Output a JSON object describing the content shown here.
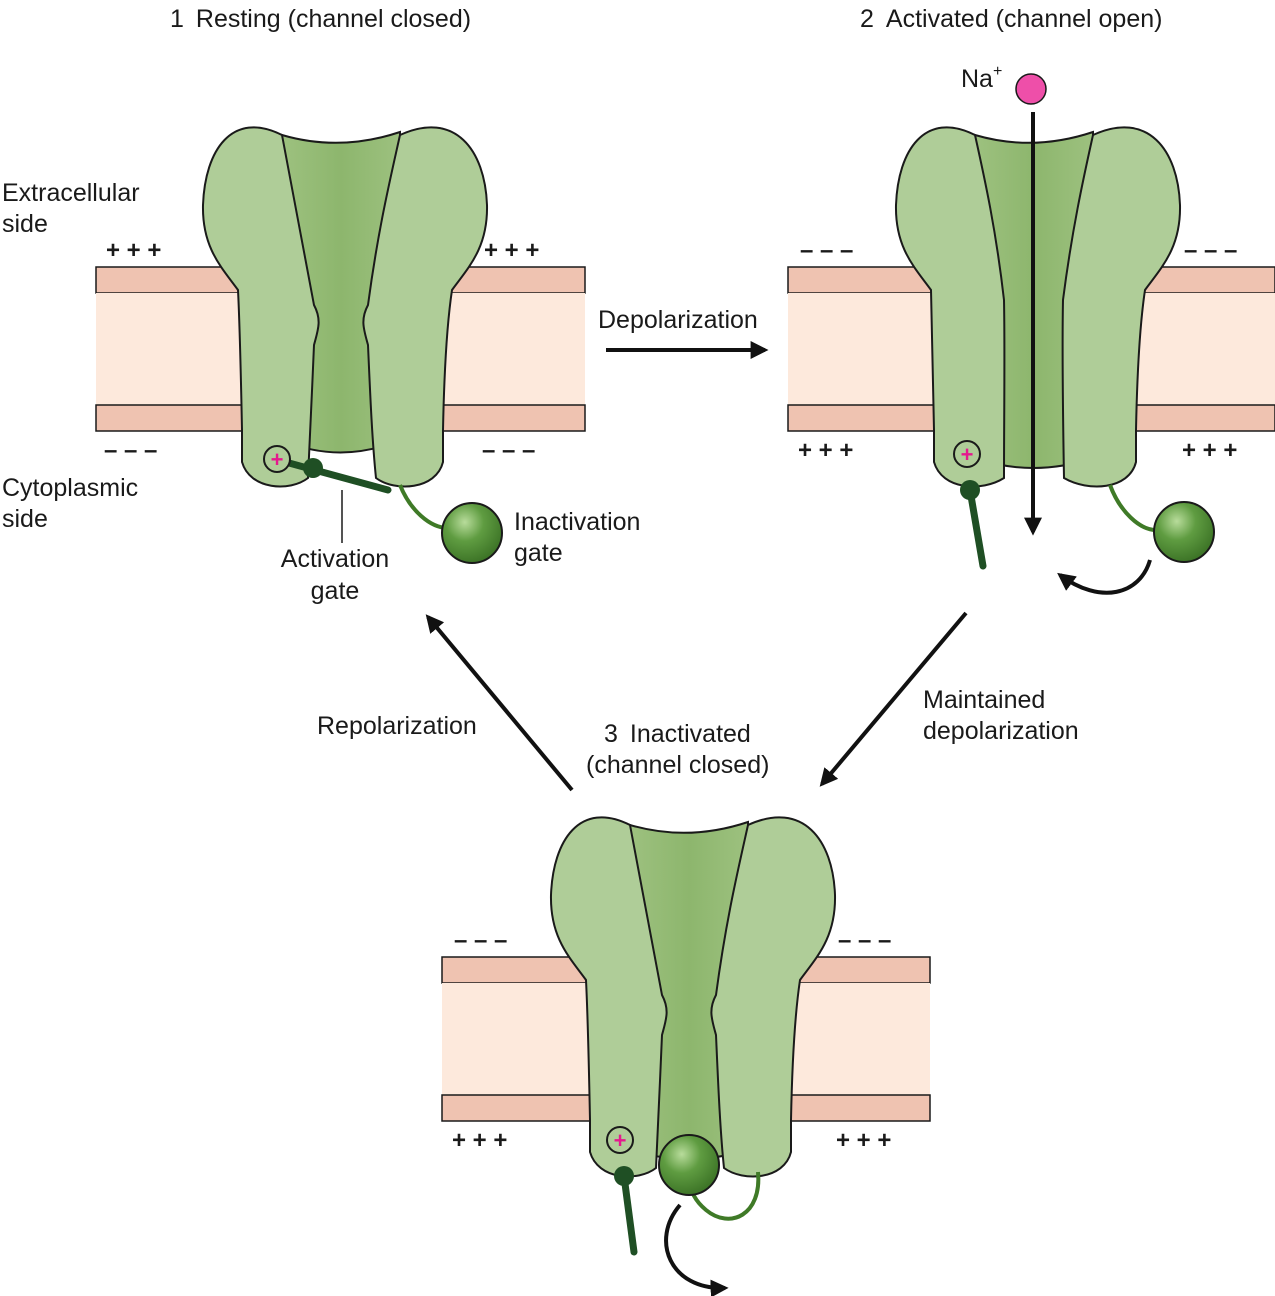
{
  "states": {
    "resting": {
      "number": "1",
      "title": "Resting (channel closed)"
    },
    "activated": {
      "number": "2",
      "title": "Activated (channel open)"
    },
    "inactivated": {
      "number": "3",
      "title_line1": "Inactivated",
      "title_line2": "(channel closed)"
    }
  },
  "labels": {
    "extracellular_line1": "Extracellular",
    "extracellular_line2": "side",
    "cytoplasmic_line1": "Cytoplasmic",
    "cytoplasmic_line2": "side",
    "activation_gate_line1": "Activation",
    "activation_gate_line2": "gate",
    "inactivation_gate_line1": "Inactivation",
    "inactivation_gate_line2": "gate",
    "ion": "Na",
    "ion_charge": "+"
  },
  "transitions": {
    "depolarization": "Depolarization",
    "maintained_line1": "Maintained",
    "maintained_line2": "depolarization",
    "repolarization": "Repolarization"
  },
  "charges": {
    "plus": "+ + +",
    "minus": "– – –",
    "gate_charge": "+"
  },
  "colors": {
    "protein_light": "#afcd98",
    "protein_dark": "#8fb56e",
    "membrane_head": "#efc3b1",
    "membrane_core": "#fde9dc",
    "gate_dark": "#1f4f24",
    "ball": "#4f8c34",
    "ion": "#ee4fa9",
    "charge_mark": "#e5198e"
  }
}
